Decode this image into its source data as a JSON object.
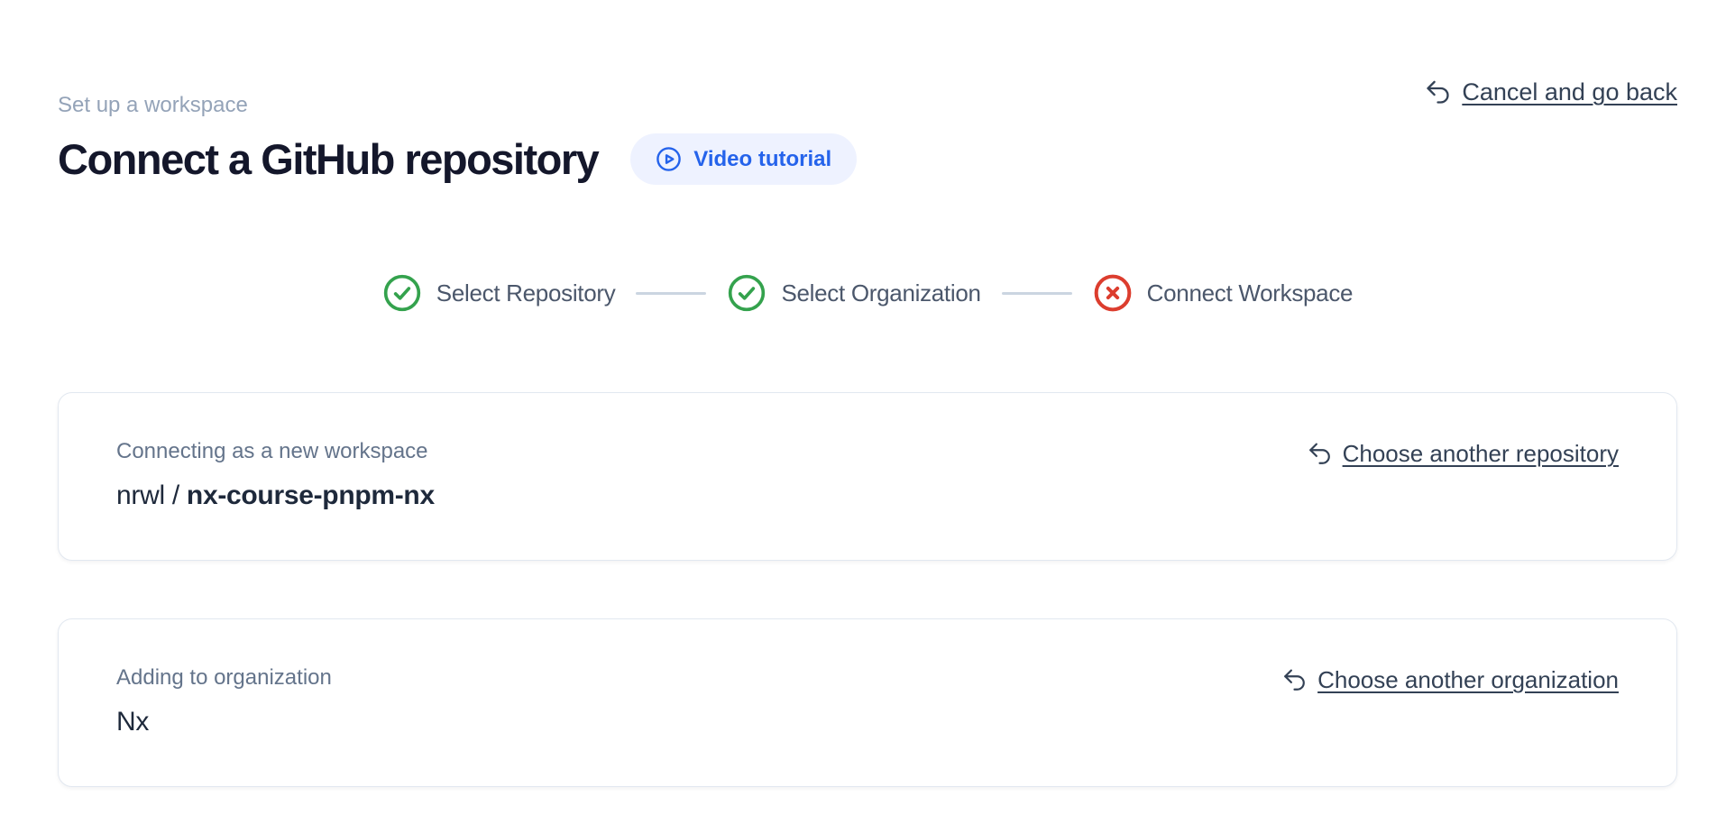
{
  "header": {
    "eyebrow": "Set up a workspace",
    "title": "Connect a GitHub repository",
    "video_button": {
      "label": "Video tutorial",
      "icon": "play-circle-icon",
      "text_color": "#2563eb",
      "bg_color": "#eef2ff"
    },
    "cancel_link": {
      "label": "Cancel and go back",
      "icon": "undo-arrow-icon"
    }
  },
  "stepper": {
    "connector_color": "#cbd5e1",
    "steps": [
      {
        "label": "Select Repository",
        "status": "complete",
        "icon": "check-circle-icon",
        "color": "#34a24d"
      },
      {
        "label": "Select Organization",
        "status": "complete",
        "icon": "check-circle-icon",
        "color": "#34a24d"
      },
      {
        "label": "Connect Workspace",
        "status": "error",
        "icon": "x-circle-icon",
        "color": "#dc3d2e"
      }
    ]
  },
  "cards": {
    "repository": {
      "label": "Connecting as a new workspace",
      "owner_prefix": "nrwl / ",
      "repo_name": "nx-course-pnpm-nx",
      "action": {
        "label": "Choose another repository",
        "icon": "undo-arrow-icon"
      }
    },
    "organization": {
      "label": "Adding to organization",
      "value": "Nx",
      "action": {
        "label": "Choose another organization",
        "icon": "undo-arrow-icon"
      }
    }
  }
}
